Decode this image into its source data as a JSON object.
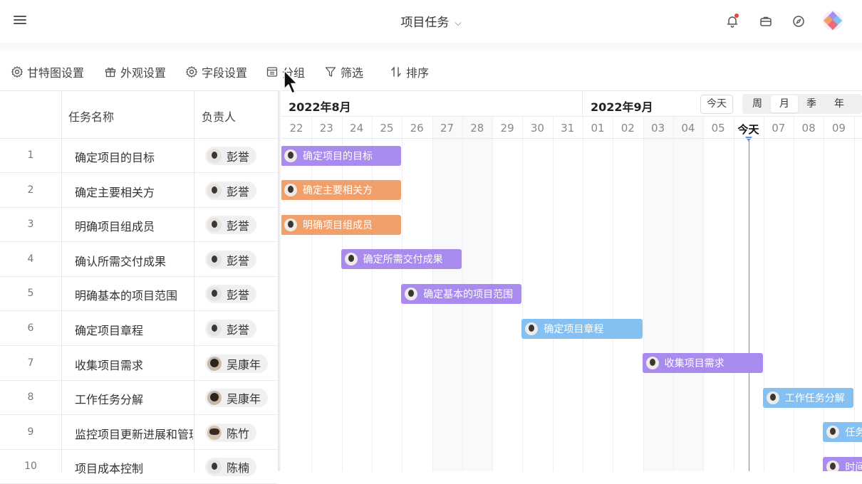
{
  "header": {
    "title": "项目任务",
    "icons": [
      "menu-icon",
      "bell-icon",
      "briefcase-icon",
      "compass-icon",
      "app-logo-icon"
    ]
  },
  "toolbar": {
    "gantt_settings": "甘特图设置",
    "appearance_settings": "外观设置",
    "field_settings": "字段设置",
    "group": "分组",
    "filter": "筛选",
    "sort": "排序"
  },
  "table": {
    "col_name": "任务名称",
    "col_owner": "负责人",
    "rows": [
      {
        "num": "1",
        "name": "确定项目的目标",
        "owner": "彭誉",
        "avatar": "light"
      },
      {
        "num": "2",
        "name": "确定主要相关方",
        "owner": "彭誉",
        "avatar": "light"
      },
      {
        "num": "3",
        "name": "明确项目组成员",
        "owner": "彭誉",
        "avatar": "light"
      },
      {
        "num": "4",
        "name": "确认所需交付成果",
        "owner": "彭誉",
        "avatar": "light"
      },
      {
        "num": "5",
        "name": "明确基本的项目范围",
        "owner": "彭誉",
        "avatar": "light"
      },
      {
        "num": "6",
        "name": "确定项目章程",
        "owner": "彭誉",
        "avatar": "light"
      },
      {
        "num": "7",
        "name": "收集项目需求",
        "owner": "吴康年",
        "avatar": "dark"
      },
      {
        "num": "8",
        "name": "工作任务分解",
        "owner": "吴康年",
        "avatar": "dark"
      },
      {
        "num": "9",
        "name": "监控项目更新进展和管理",
        "owner": "陈竹",
        "avatar": "warm"
      },
      {
        "num": "10",
        "name": "项目成本控制",
        "owner": "陈楠",
        "avatar": "light"
      }
    ]
  },
  "gantt": {
    "month_aug": "2022年8月",
    "month_sep": "2022年9月",
    "today_button": "今天",
    "view_modes": [
      "周",
      "月",
      "季",
      "年"
    ],
    "active_view": "月",
    "days": [
      "22",
      "23",
      "24",
      "25",
      "26",
      "27",
      "28",
      "29",
      "30",
      "31",
      "01",
      "02",
      "03",
      "04",
      "05",
      "今天",
      "07",
      "08",
      "09"
    ],
    "today_index": 15,
    "weekend_indices": [
      5,
      6,
      12,
      13
    ],
    "colors": {
      "purple": "#a98bf0",
      "orange": "#f2a06b",
      "blue": "#84c1f2",
      "today_line": "#5b8def"
    },
    "bars": [
      {
        "label": "确定项目的目标",
        "row": 0,
        "start": 0,
        "span": 4,
        "color": "purple"
      },
      {
        "label": "确定主要相关方",
        "row": 1,
        "start": 0,
        "span": 4,
        "color": "orange"
      },
      {
        "label": "明确项目组成员",
        "row": 2,
        "start": 0,
        "span": 4,
        "color": "orange"
      },
      {
        "label": "确定所需交付成果",
        "row": 3,
        "start": 2,
        "span": 4,
        "color": "purple"
      },
      {
        "label": "确定基本的项目范围",
        "row": 4,
        "start": 4,
        "span": 4,
        "color": "purple"
      },
      {
        "label": "确定项目章程",
        "row": 5,
        "start": 8,
        "span": 4,
        "color": "blue"
      },
      {
        "label": "收集项目需求",
        "row": 6,
        "start": 12,
        "span": 4,
        "color": "purple"
      },
      {
        "label": "工作任务分解",
        "row": 7,
        "start": 16,
        "span": 3,
        "color": "blue"
      },
      {
        "label": "任务",
        "row": 8,
        "start": 18,
        "span": 3,
        "color": "blue"
      },
      {
        "label": "时间",
        "row": 9,
        "start": 18,
        "span": 3,
        "color": "purple"
      }
    ]
  }
}
